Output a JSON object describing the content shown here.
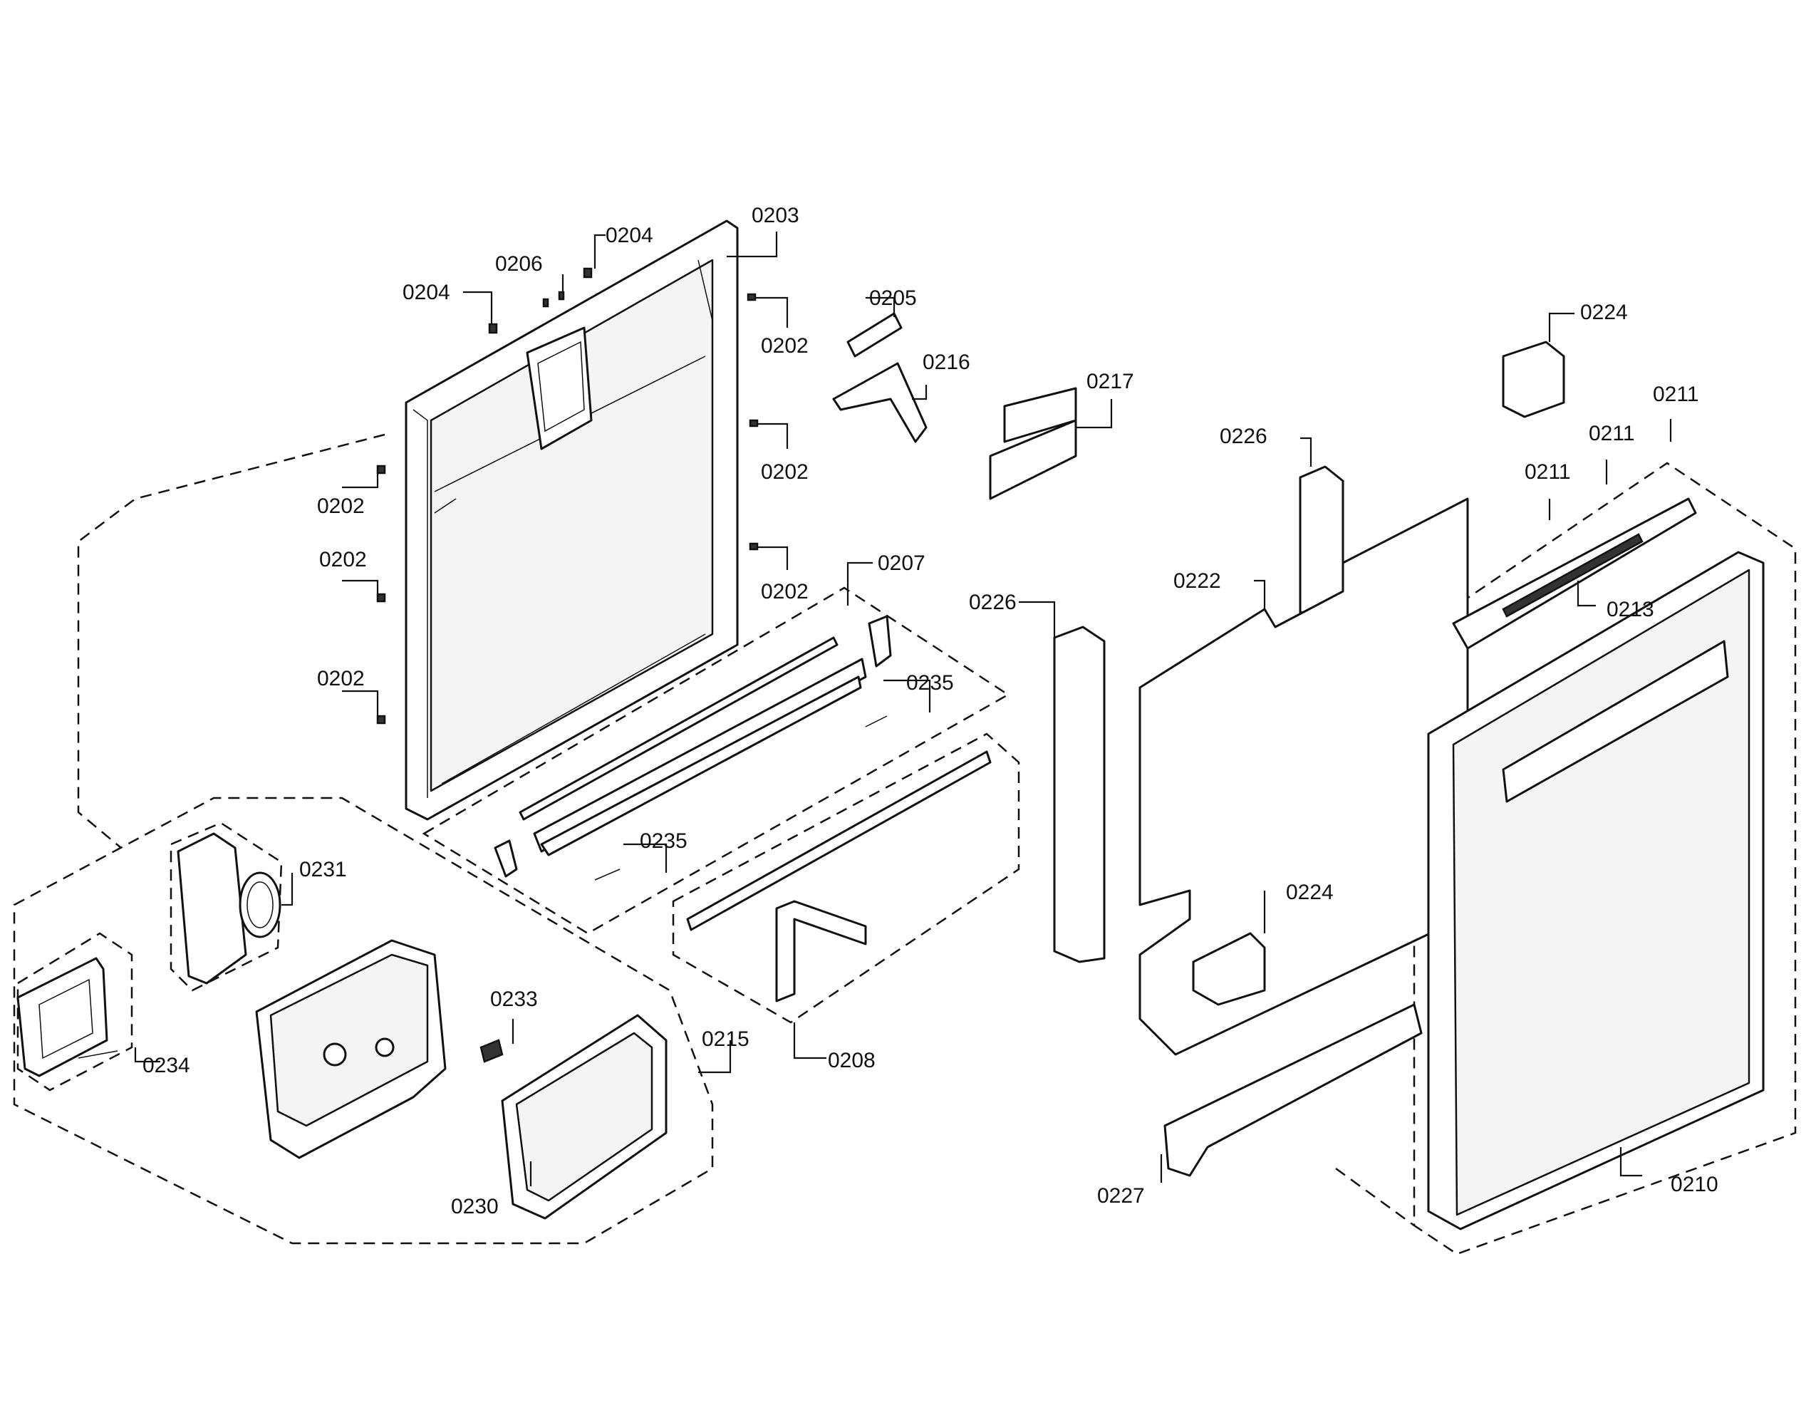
{
  "labels": [
    {
      "id": "l0203",
      "text": "0203"
    },
    {
      "id": "l0204a",
      "text": "0204"
    },
    {
      "id": "l0206",
      "text": "0206"
    },
    {
      "id": "l0204b",
      "text": "0204"
    },
    {
      "id": "l0202a",
      "text": "0202"
    },
    {
      "id": "l0205",
      "text": "0205"
    },
    {
      "id": "l0216",
      "text": "0216"
    },
    {
      "id": "l0217",
      "text": "0217"
    },
    {
      "id": "l0224a",
      "text": "0224"
    },
    {
      "id": "l0211a",
      "text": "0211"
    },
    {
      "id": "l0211b",
      "text": "0211"
    },
    {
      "id": "l0211c",
      "text": "0211"
    },
    {
      "id": "l0202b",
      "text": "0202"
    },
    {
      "id": "l0226a",
      "text": "0226"
    },
    {
      "id": "l0202c",
      "text": "0202"
    },
    {
      "id": "l0202d",
      "text": "0202"
    },
    {
      "id": "l0202e",
      "text": "0202"
    },
    {
      "id": "l0207",
      "text": "0207"
    },
    {
      "id": "l0222",
      "text": "0222"
    },
    {
      "id": "l0213",
      "text": "0213"
    },
    {
      "id": "l0226b",
      "text": "0226"
    },
    {
      "id": "l0202f",
      "text": "0202"
    },
    {
      "id": "l0235a",
      "text": "0235"
    },
    {
      "id": "l0235b",
      "text": "0235"
    },
    {
      "id": "l0231",
      "text": "0231"
    },
    {
      "id": "l0224b",
      "text": "0224"
    },
    {
      "id": "l0233",
      "text": "0233"
    },
    {
      "id": "l0215",
      "text": "0215"
    },
    {
      "id": "l0208",
      "text": "0208"
    },
    {
      "id": "l0234",
      "text": "0234"
    },
    {
      "id": "l0230",
      "text": "0230"
    },
    {
      "id": "l0227",
      "text": "0227"
    },
    {
      "id": "l0210",
      "text": "0210"
    }
  ]
}
